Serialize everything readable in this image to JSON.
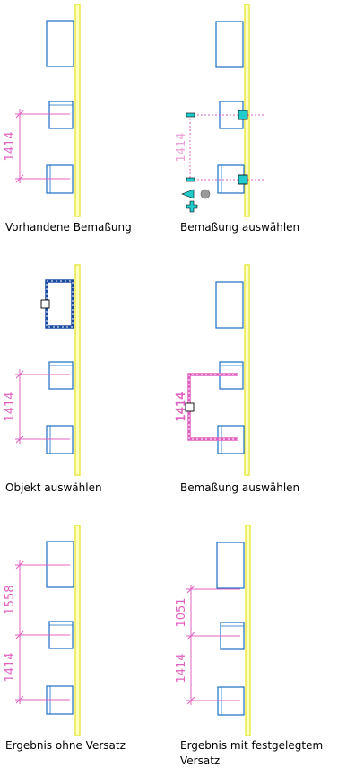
{
  "panels": [
    {
      "caption": [
        "Vorhandene Bemaßung"
      ],
      "dims": [
        "1414"
      ]
    },
    {
      "caption": [
        "Bemaßung auswählen"
      ],
      "dims": [
        "1414"
      ]
    },
    {
      "caption": [
        "Objekt auswählen"
      ],
      "dims": [
        "1414"
      ]
    },
    {
      "caption": [
        "Bemaßung auswählen"
      ],
      "dims": [
        "1414"
      ]
    },
    {
      "caption": [
        "Ergebnis ohne Versatz"
      ],
      "dims": [
        "1558",
        "1414"
      ]
    },
    {
      "caption": [
        "Ergebnis mit festgelegtem",
        "Versatz"
      ],
      "dims": [
        "1051",
        "1414"
      ]
    }
  ],
  "colors": {
    "wall": "#e8e84a",
    "object": "#1a6fc4",
    "dimension": "#e060c0",
    "grip": "#22cccc"
  }
}
